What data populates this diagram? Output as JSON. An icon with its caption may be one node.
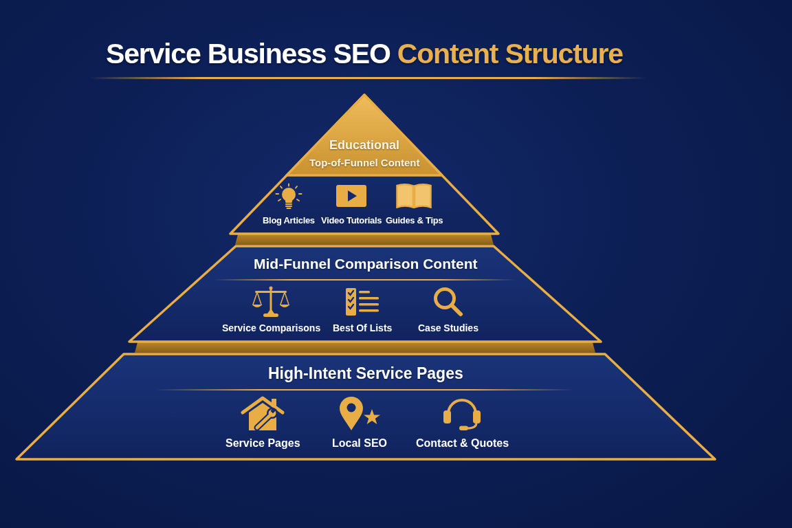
{
  "diagram": {
    "title": "Service Business SEO Content Structure",
    "nodes": [
      {
        "text": [
          "Educational",
          "Top-of-Funnel Content",
          "Blog Articles",
          "Video Tutorials",
          "Guides & Tips"
        ]
      },
      {
        "text": [],
        "shape": "bar"
      },
      {
        "text": [
          "Mid-Funnel Comparison Content",
          "Service Comparisons",
          "Best Of Lists",
          "Case Studies"
        ]
      },
      {
        "text": [],
        "shape": "bar"
      },
      {
        "text": [
          "High-Intent Service Pages",
          "Service Pages",
          "Local SEO",
          "Contact & Quotes"
        ]
      }
    ]
  }
}
